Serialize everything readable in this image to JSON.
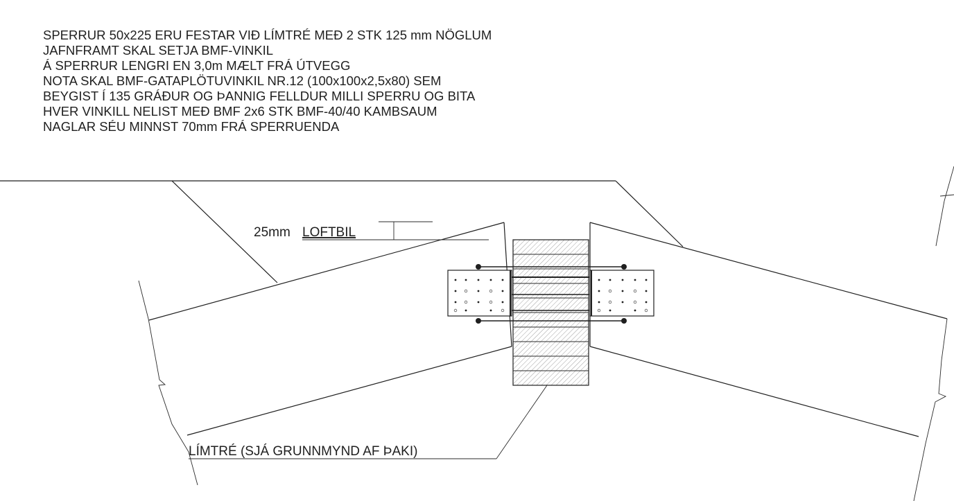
{
  "notes": [
    "SPERRUR 50x225 ERU FESTAR VIÐ LÍMTRÉ MEÐ 2 STK 125 mm NÖGLUM",
    "JAFNFRAMT SKAL SETJA BMF-VINKIL",
    "Á SPERRUR LENGRI EN 3,0m MÆLT FRÁ ÚTVEGG",
    "NOTA SKAL BMF-GATAPLÖTUVINKIL NR.12 (100x100x2,5x80) SEM",
    "BEYGIST Í 135 GRÁÐUR OG ÞANNIG FELLDUR MILLI SPERRU OG BITA",
    "HVER VINKILL NELIST MEÐ BMF 2x6 STK BMF-40/40 KAMBSAUM",
    "NAGLAR SÉU MINNST 70mm FRÁ SPERRUENDA"
  ],
  "labels": {
    "gap_value": "25mm",
    "gap_name": "LOFTBIL",
    "glulam": "LÍMTRÉ (SJÁ GRUNNMYND AF ÞAKI)"
  },
  "colors": {
    "line": "#1f1f1f",
    "hatch": "#8a8a8a",
    "background": "#ffffff"
  }
}
